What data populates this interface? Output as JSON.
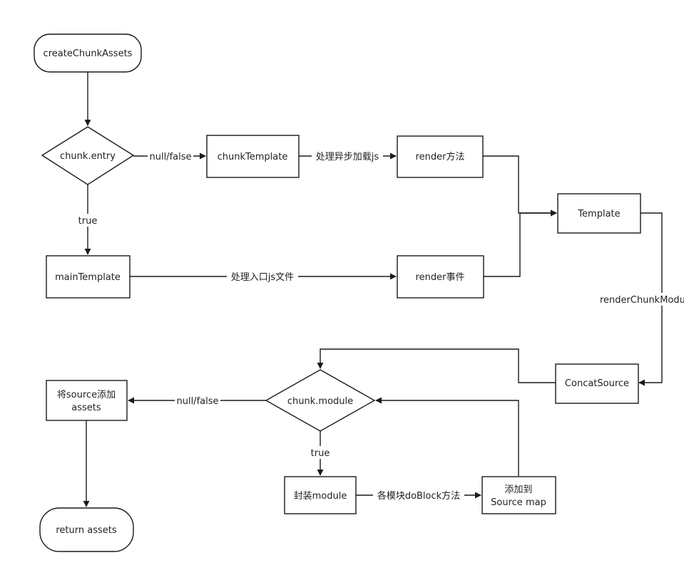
{
  "nodes": {
    "create_chunk_assets": "createChunkAssets",
    "chunk_entry": "chunk.entry",
    "chunk_template": "chunkTemplate",
    "render_method": "render方法",
    "main_template": "mainTemplate",
    "render_event": "render事件",
    "template": "Template",
    "concat_source": "ConcatSource",
    "chunk_module": "chunk.module",
    "add_source_assets": [
      "将source添加",
      "assets"
    ],
    "return_assets": "return assets",
    "wrap_module": "封装module",
    "add_source_map": [
      "添加到",
      "Source map"
    ]
  },
  "edges": {
    "entry_false": "null/false",
    "async_js": "处理异步加载js",
    "entry_true": "true",
    "entry_js": "处理入口js文件",
    "render_chunk_module": "renderChunkModules",
    "module_false": "null/false",
    "module_true": "true",
    "do_block": "各模块doBlock方法"
  }
}
